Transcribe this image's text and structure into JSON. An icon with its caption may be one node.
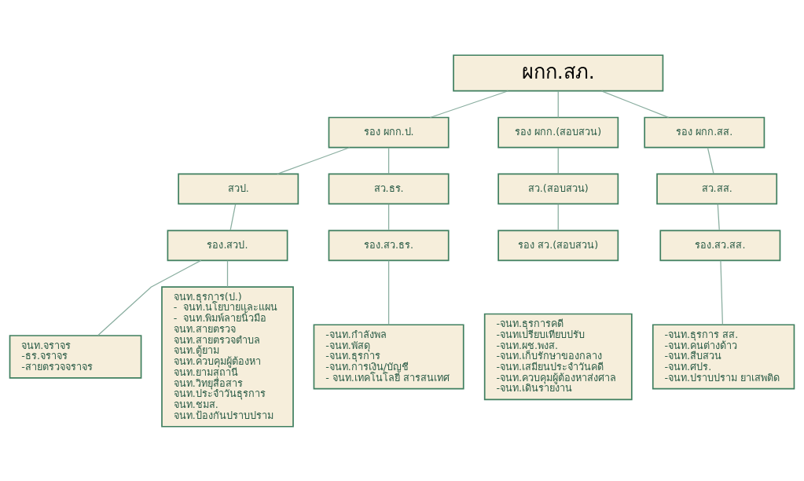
{
  "diagram": {
    "nodes": [
      {
        "text": [
          "ผกก.สภ."
        ]
      },
      {
        "text": [
          "รอง ผกก.ป."
        ]
      },
      {
        "text": [
          "รอง ผกก.(สอบสวน)"
        ]
      },
      {
        "text": [
          "รอง ผกก.สส."
        ]
      },
      {
        "text": [
          "สวป."
        ]
      },
      {
        "text": [
          "รอง.สวป."
        ]
      },
      {
        "text": [
          "จนท.จราจร",
          "-ธร.จราจร",
          "-สายตรวจจราจร"
        ]
      },
      {
        "text": [
          "จนท.ธุรการ(ป.)",
          "-  จนท.นโยบายและแผน",
          "-  จนท.พิมพ์ลายนิ้วมือ",
          "จนท.สายตรวจ",
          "จนท.สายตรวจตำบล",
          "จนท.ตู้ยาม",
          "จนท.ควบคุมผู้ต้องหา",
          "จนท.ยามสถานี",
          "จนท.วิทยุสื่อสาร",
          "จนท.ประจำวันธุรการ",
          "จนท.ชมส.",
          "จนท.ป้องกันปราบปราม"
        ]
      },
      {
        "text": [
          "สว.ธร."
        ]
      },
      {
        "text": [
          "รอง.สว.ธร."
        ]
      },
      {
        "text": [
          "-จนท.กำลังพล",
          "-จนท.พัสดุ",
          "-จนท.ธุรการ",
          "-จนท.การเงิน/บัญชี",
          "- จนท.เทคโนโลยี สารสนเทศ"
        ]
      },
      {
        "text": [
          "สว.(สอบสวน)"
        ]
      },
      {
        "text": [
          "รอง สว.(สอบสวน)"
        ]
      },
      {
        "text": [
          "-จนท.ธุรการคดี",
          "-จนทเปรียบเทียบปรับ",
          "-จนท.ผช.พงส.",
          "-จนท.เก็บรักษาของกลาง",
          "-จนท.เสมียนประจำวันคดี",
          "-จนท.ควบคุมผู้ต้องหาส่งศาล",
          "-จนท.เดินรายงาน"
        ]
      },
      {
        "text": [
          "สว.สส."
        ]
      },
      {
        "text": [
          "รอง.สว.สส."
        ]
      },
      {
        "text": [
          "-จนท.ธุรการ สส.",
          "-จนท.คนต่างด้าว",
          "-จนท.สืบสวน",
          "-จนท.ศปร.",
          "-จนท.ปราบปราม ยาเสพติด"
        ]
      }
    ],
    "edges": [
      {
        "from": 0,
        "to": 1,
        "arrow": "none"
      },
      {
        "from": 0,
        "to": 2,
        "arrow": "none"
      },
      {
        "from": 0,
        "to": 3,
        "arrow": "none"
      },
      {
        "from": 1,
        "to": 4,
        "arrow": "none"
      },
      {
        "from": 1,
        "to": 8,
        "arrow": "none"
      },
      {
        "from": 4,
        "to": 5,
        "arrow": "none"
      },
      {
        "from": 5,
        "to": 6,
        "arrow": "none"
      },
      {
        "from": 5,
        "to": 7,
        "arrow": "none"
      },
      {
        "from": 8,
        "to": 9,
        "arrow": "none"
      },
      {
        "from": 9,
        "to": 10,
        "arrow": "none"
      },
      {
        "from": 2,
        "to": 11,
        "arrow": "none"
      },
      {
        "from": 11,
        "to": 12,
        "arrow": "none"
      },
      {
        "from": 3,
        "to": 14,
        "arrow": "none"
      },
      {
        "from": 14,
        "to": 15,
        "arrow": "none"
      },
      {
        "from": 15,
        "to": 16,
        "arrow": "none"
      }
    ]
  }
}
